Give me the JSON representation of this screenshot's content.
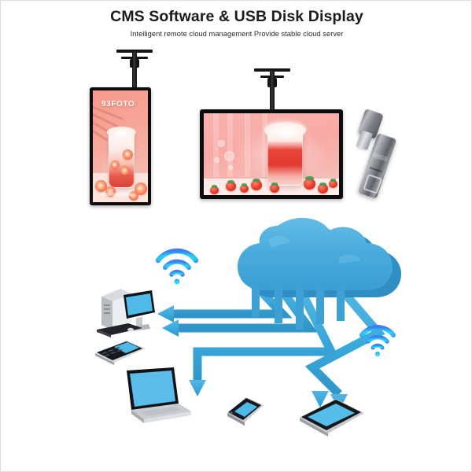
{
  "header": {
    "title": "CMS Software & USB Disk Display",
    "subtitle": "Intelligent remote cloud management Provide stable cloud server"
  },
  "displays": {
    "vertical": {
      "orientation": "portrait",
      "brand_overlay_text": "93FOTO",
      "content_description": "pink grapefruit iced drink poster",
      "bezel_color": "#0d0d0d",
      "mount": "ceiling-mount-bracket"
    },
    "horizontal": {
      "orientation": "landscape",
      "content_description": "strawberry smoothie poster",
      "bezel_color": "#0d0d0d",
      "mount": "ceiling-mount-bracket"
    }
  },
  "usb_disk": {
    "label": "usb-flash-drive",
    "body_color": "#8a8e93",
    "cap_color": "#7d8186"
  },
  "diagram": {
    "cloud": {
      "label": "cloud-server",
      "color": "#46a9dc",
      "shade_color": "#2f8fc4",
      "highlight_color": "#6fc2e8"
    },
    "arrow_color": "#3aa8dc",
    "arrow_shade": "#2e93c6",
    "wifi_color": "#2ad2f5",
    "wifi_signals": [
      {
        "name": "wifi-signal-left"
      },
      {
        "name": "wifi-signal-right"
      }
    ],
    "devices": [
      {
        "name": "desktop-computer",
        "screen_color": "#4fb9e8"
      },
      {
        "name": "pda-phone",
        "screen_color": "#4fb9e8"
      },
      {
        "name": "laptop",
        "screen_color": "#4fb9e8"
      },
      {
        "name": "smartphone",
        "screen_color": "#4fb9e8"
      },
      {
        "name": "tablet",
        "screen_color": "#4fb9e8"
      }
    ]
  },
  "colors": {
    "background": "#ffffff",
    "title": "#1b1b1b",
    "accent_blue": "#3aa8dc",
    "poster_pink": "#f6a496"
  }
}
